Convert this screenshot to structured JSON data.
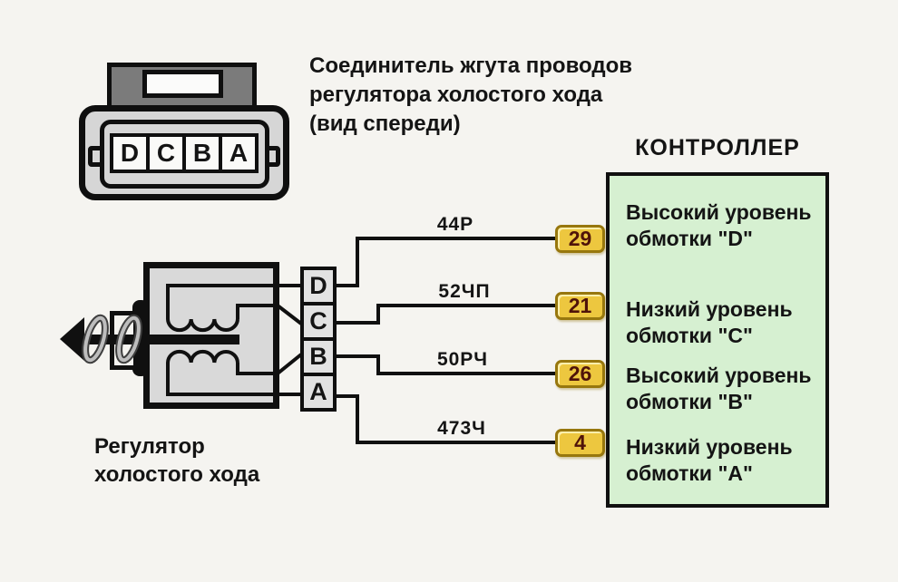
{
  "connector": {
    "pins": [
      "D",
      "C",
      "B",
      "A"
    ],
    "caption": {
      "line1": "Соединитель жгута проводов",
      "line2": "регулятора холостого хода",
      "line3": "(вид спереди)"
    }
  },
  "regulator": {
    "pins": [
      "D",
      "C",
      "B",
      "A"
    ],
    "label": {
      "line1": "Регулятор",
      "line2": "холостого хода"
    }
  },
  "controller": {
    "title": "КОНТРОЛЛЕР",
    "functions": [
      {
        "line1": "Высокий уровень",
        "line2": "обмотки \"D\""
      },
      {
        "line1": "Низкий уровень",
        "line2": "обмотки \"С\""
      },
      {
        "line1": "Высокий уровень",
        "line2": "обмотки \"В\""
      },
      {
        "line1": "Низкий уровень",
        "line2": "обмотки \"А\""
      }
    ]
  },
  "wires": [
    {
      "label": "44Р",
      "pin": "29",
      "from": "D",
      "to": "29"
    },
    {
      "label": "52ЧП",
      "pin": "21",
      "from": "C",
      "to": "21"
    },
    {
      "label": "50РЧ",
      "pin": "26",
      "from": "B",
      "to": "26"
    },
    {
      "label": "473Ч",
      "pin": "4",
      "from": "A",
      "to": "4"
    }
  ],
  "colors": {
    "background": "#f5f4f0",
    "controller_fill": "#d6f0d1",
    "pin_badge_fill": "#edc73f",
    "pin_badge_border": "#97770e",
    "pin_badge_text": "#4f1309",
    "connector_gray": "#d6d6d6",
    "tab_gray": "#7b7b7b",
    "line_black": "#101010"
  }
}
